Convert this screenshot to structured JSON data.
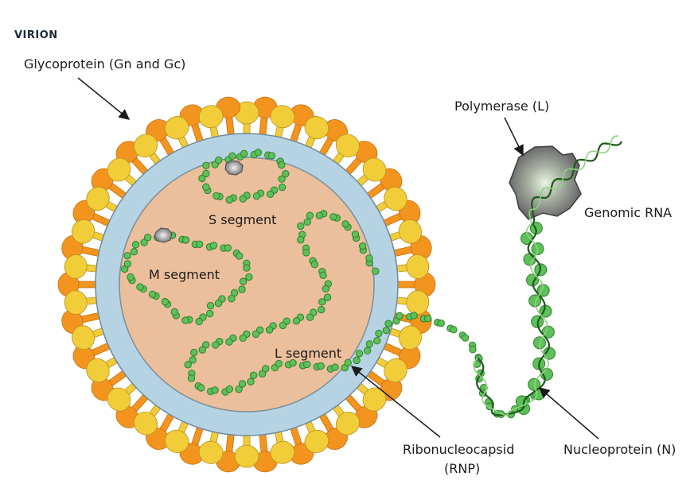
{
  "heading": "VIRION",
  "labels": {
    "glycoprotein": "Glycoprotein (Gn and Gc)",
    "polymerase": "Polymerase (L)",
    "genomic_rna": "Genomic RNA",
    "s_segment": "S segment",
    "m_segment": "M segment",
    "l_segment": "L segment",
    "rnp_line1": "Ribonucleocapsid",
    "rnp_line2": "(RNP)",
    "nucleoprotein": "Nucleoprotein (N)"
  },
  "colors": {
    "interior": "#ebbf9c",
    "membrane": "#b5d3e3",
    "membrane_edge": "#6f8a99",
    "spike_yellow": "#f2cd3a",
    "spike_orange": "#f3941f",
    "bead_green": "#5dc05a",
    "bead_edge": "#2f7f2c",
    "polymerase": "#8e8e8e"
  }
}
